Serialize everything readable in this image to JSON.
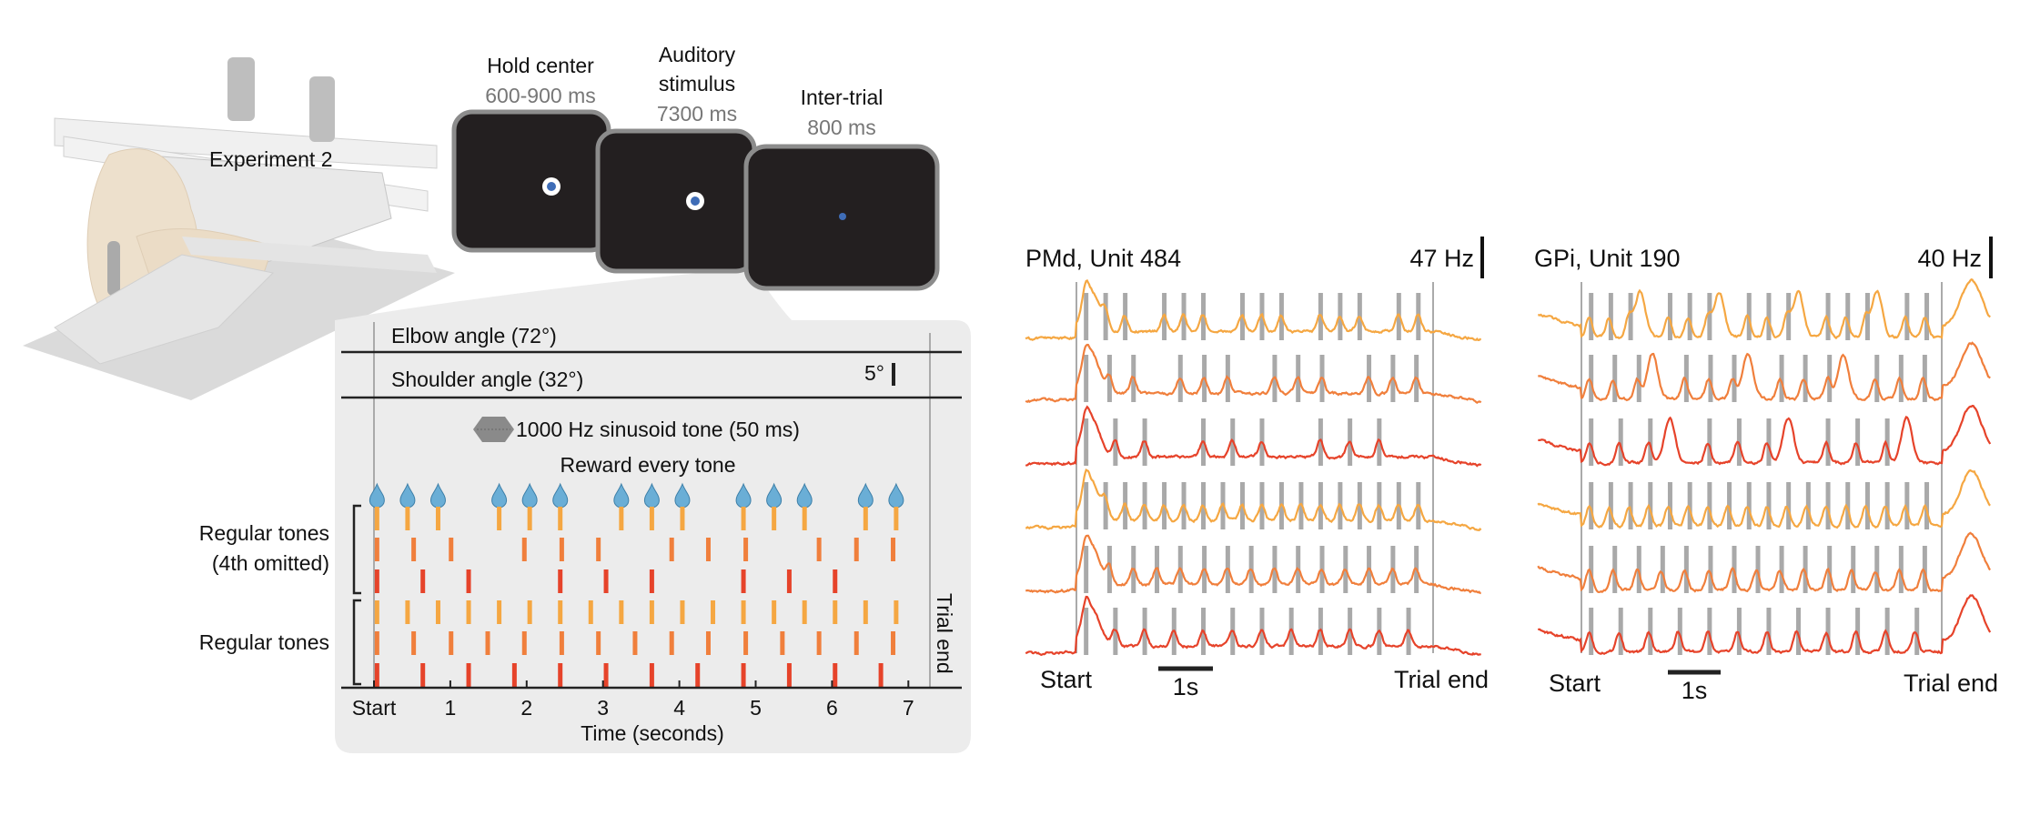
{
  "experiment_label": "Experiment 2",
  "task": {
    "hold": {
      "name": "Hold center",
      "duration": "600-900 ms"
    },
    "stimulus": {
      "name_line1": "Auditory",
      "name_line2": "stimulus",
      "duration": "7300 ms"
    },
    "intertrial": {
      "name": "Inter-trial",
      "duration": "800 ms"
    }
  },
  "colors": {
    "yellow": "#f5a742",
    "orange": "#f07f3c",
    "red": "#e6432a",
    "drop": "#6aaed6",
    "tone_bar": "#a9a9a9",
    "screen": "#231f20"
  },
  "panel": {
    "elbow": "Elbow angle (72°)",
    "shoulder": "Shoulder angle (32°)",
    "angle_scale": "5°",
    "tone": "1000 Hz sinusoid tone (50 ms)",
    "reward": "Reward every tone",
    "group_omitted_line1": "Regular tones",
    "group_omitted_line2": "(4th omitted)",
    "group_regular": "Regular tones",
    "trial_end": "Trial end"
  },
  "chart_data": [
    {
      "type": "raster",
      "xlabel": "Time (seconds)",
      "xlim": [
        0,
        7.3
      ],
      "ticks": [
        0,
        1,
        2,
        3,
        4,
        5,
        6,
        7
      ],
      "tick_labels": [
        "Start",
        "1",
        "2",
        "3",
        "4",
        "5",
        "6",
        "7"
      ],
      "reward_times": [
        0.04,
        0.44,
        0.84,
        1.64,
        2.04,
        2.44,
        3.24,
        3.64,
        4.04,
        4.84,
        5.24,
        5.64,
        6.44,
        6.84
      ],
      "rows": [
        {
          "color": "yellow",
          "group": "omitted",
          "times": [
            0.04,
            0.44,
            0.84,
            1.64,
            2.04,
            2.44,
            3.24,
            3.64,
            4.04,
            4.84,
            5.24,
            5.64,
            6.44,
            6.84
          ]
        },
        {
          "color": "orange",
          "group": "omitted",
          "times": [
            0.04,
            0.52,
            1.01,
            1.97,
            2.46,
            2.94,
            3.9,
            4.38,
            4.87,
            5.83,
            6.32,
            6.8
          ]
        },
        {
          "color": "red",
          "group": "omitted",
          "times": [
            0.04,
            0.64,
            1.24,
            2.44,
            3.04,
            3.64,
            4.84,
            5.44,
            6.04
          ]
        },
        {
          "color": "yellow",
          "group": "regular",
          "times": [
            0.04,
            0.44,
            0.84,
            1.24,
            1.64,
            2.04,
            2.44,
            2.84,
            3.24,
            3.64,
            4.04,
            4.44,
            4.84,
            5.24,
            5.64,
            6.04,
            6.44,
            6.84
          ]
        },
        {
          "color": "orange",
          "group": "regular",
          "times": [
            0.04,
            0.52,
            1.01,
            1.49,
            1.97,
            2.46,
            2.94,
            3.42,
            3.9,
            4.38,
            4.87,
            5.35,
            5.83,
            6.32,
            6.8
          ]
        },
        {
          "color": "red",
          "group": "regular",
          "times": [
            0.04,
            0.64,
            1.24,
            1.84,
            2.44,
            3.04,
            3.64,
            4.24,
            4.84,
            5.44,
            6.04,
            6.64
          ]
        }
      ]
    },
    {
      "type": "line",
      "title": "PMd, Unit 484",
      "scale_label": "47 Hz",
      "start_label": "Start",
      "end_label": "Trial end",
      "time_scale_label": "1s"
    },
    {
      "type": "line",
      "title": "GPi, Unit 190",
      "scale_label": "40 Hz",
      "start_label": "Start",
      "end_label": "Trial end",
      "time_scale_label": "1s"
    }
  ]
}
